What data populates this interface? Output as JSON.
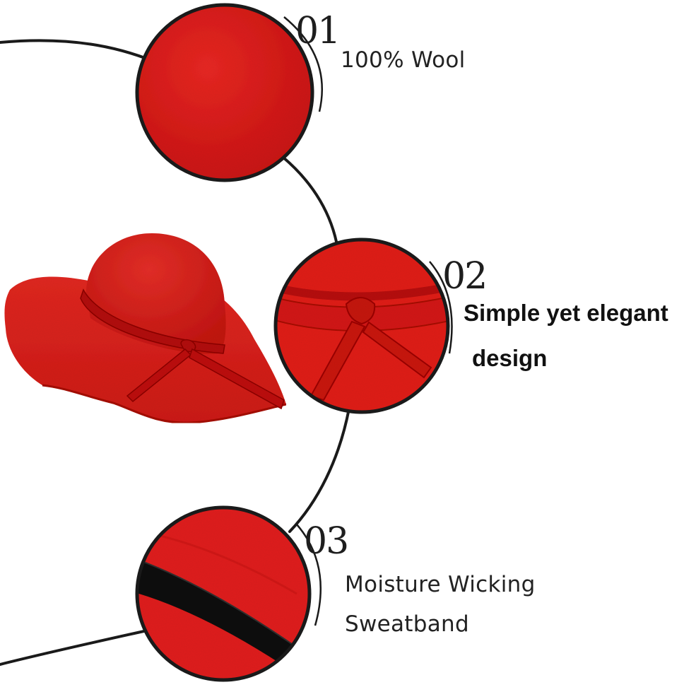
{
  "colors": {
    "felt_red": "#e01f1f",
    "felt_dark": "#b81414",
    "ring": "#1a1a1a",
    "band_black": "#111111"
  },
  "features": [
    {
      "number": "01",
      "label": "100% Wool"
    },
    {
      "number": "02",
      "label_line1": "Simple yet elegant",
      "label_line2": "design"
    },
    {
      "number": "03",
      "label_line1": "Moisture Wicking",
      "label_line2": "Sweatband"
    }
  ]
}
